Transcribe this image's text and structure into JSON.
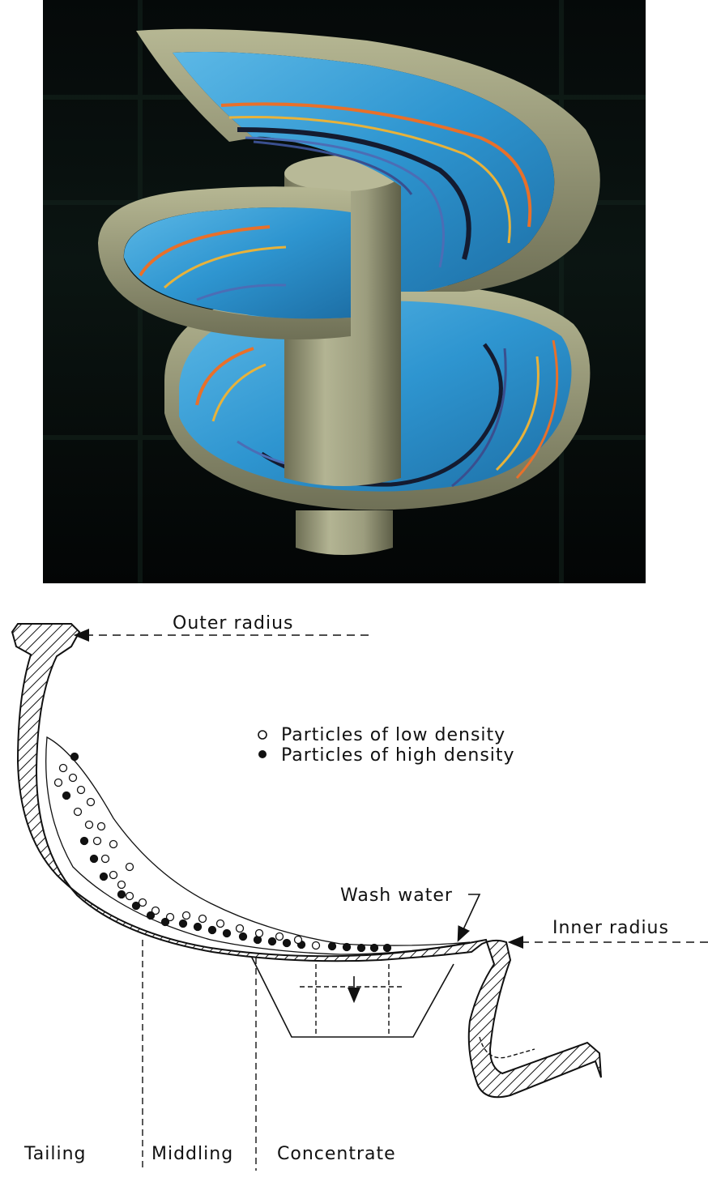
{
  "figure": {
    "top_image": {
      "icon": "spiral-concentrator-render",
      "colors": {
        "background": "#040707",
        "trough": "#2f9ad4",
        "rim": "#9c9e79",
        "column": "#9a9a7c",
        "stream_orange": "#e8702a",
        "stream_yellow": "#e8b23a",
        "stream_dark": "#141b30",
        "stream_blue": "#4c6db5"
      }
    },
    "cross_section": {
      "labels": {
        "outer_radius": "Outer radius",
        "inner_radius": "Inner radius",
        "wash_water": "Wash water"
      },
      "legend": [
        {
          "symbol": "open-circle",
          "text": "Particles of low density"
        },
        {
          "symbol": "filled-circle",
          "text": "Particles of high density"
        }
      ],
      "zones": [
        "Tailing",
        "Middling",
        "Concentrate"
      ]
    }
  }
}
